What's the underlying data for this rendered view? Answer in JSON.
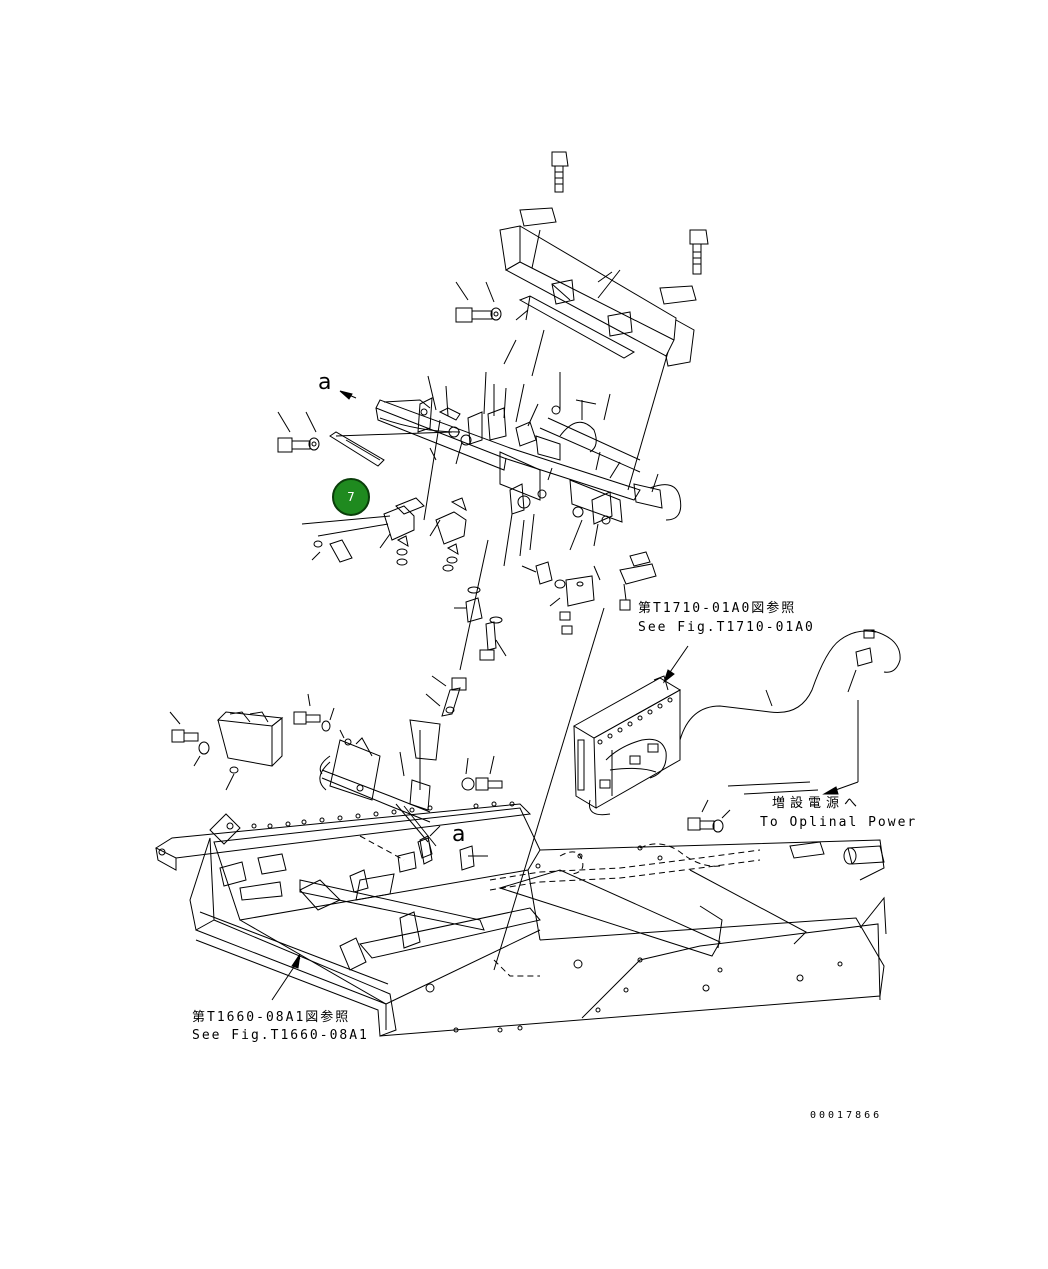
{
  "view_marks": {
    "a_top": "a",
    "a_center": "a"
  },
  "references": {
    "t1710_ja": "第T1710-01A0図参照",
    "t1710_en": "See Fig.T1710-01A0",
    "power_ja": "増設電源へ",
    "power_en": "To Oplinal Power",
    "t1660_ja": "第T1660-08A1図参照",
    "t1660_en": "See Fig.T1660-08A1"
  },
  "callout": {
    "number": "7",
    "color": "#1f8a1f"
  },
  "document_number": "00017866"
}
